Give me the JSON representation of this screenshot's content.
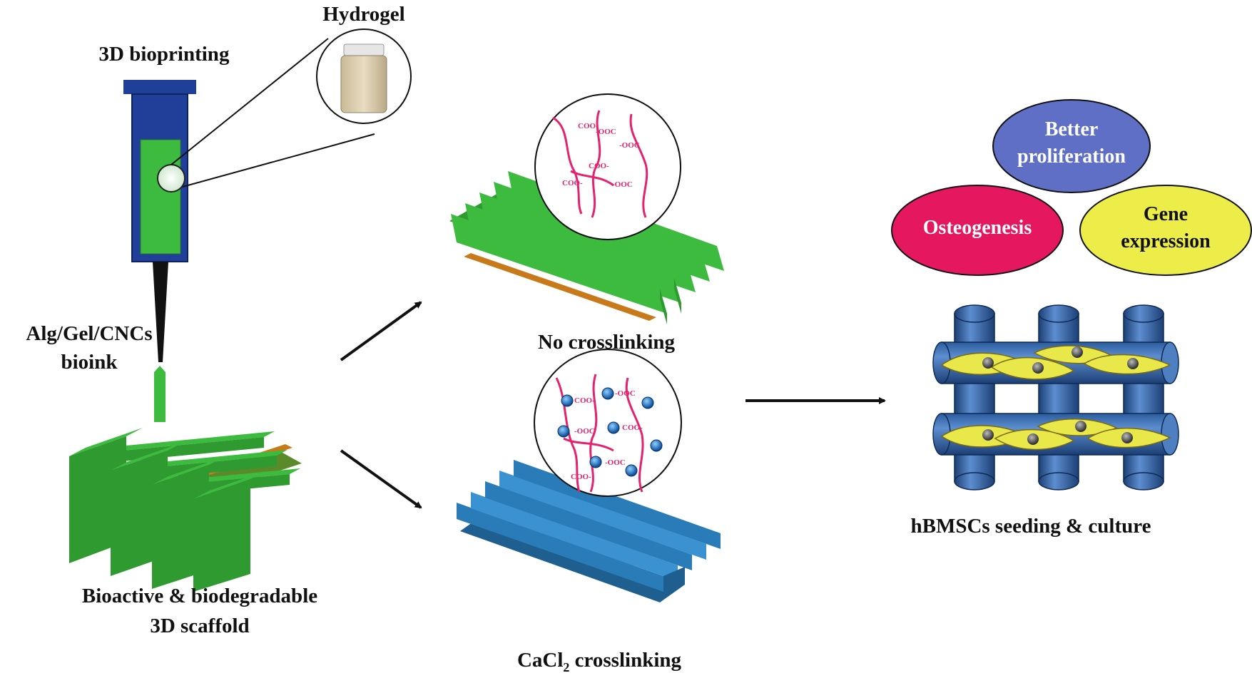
{
  "labels": {
    "bioprinting": "3D bioprinting",
    "hydrogel": "Hydrogel",
    "bioink_line1": "Alg/Gel/CNCs",
    "bioink_line2": "bioink",
    "scaffold_line1": "Bioactive & biodegradable",
    "scaffold_line2": "3D scaffold",
    "no_crosslinking": "No crosslinking",
    "cacl_crosslinking_prefix": "CaCl",
    "cacl_crosslinking_sub": "2",
    "cacl_crosslinking_suffix": " crosslinking",
    "culture": "hBMSCs seeding & culture"
  },
  "outcomes": {
    "proliferation_line1": "Better",
    "proliferation_line2": "proliferation",
    "osteogenesis": "Osteogenesis",
    "gene_line1": "Gene",
    "gene_line2": "expression"
  },
  "chem": {
    "coo": "COO-",
    "ooc": "-OOC"
  },
  "colors": {
    "syringe_blue": "#1f3f99",
    "bioink_green": "#3dbb3f",
    "scaffold_blue": "#2a7cb8",
    "polymer_pink": "#e4226e",
    "proliferation_fill": "#5f6fc6",
    "osteogenesis_fill": "#e4175f",
    "gene_fill": "#eded4a",
    "cell_yellow": "#e9e84a"
  }
}
